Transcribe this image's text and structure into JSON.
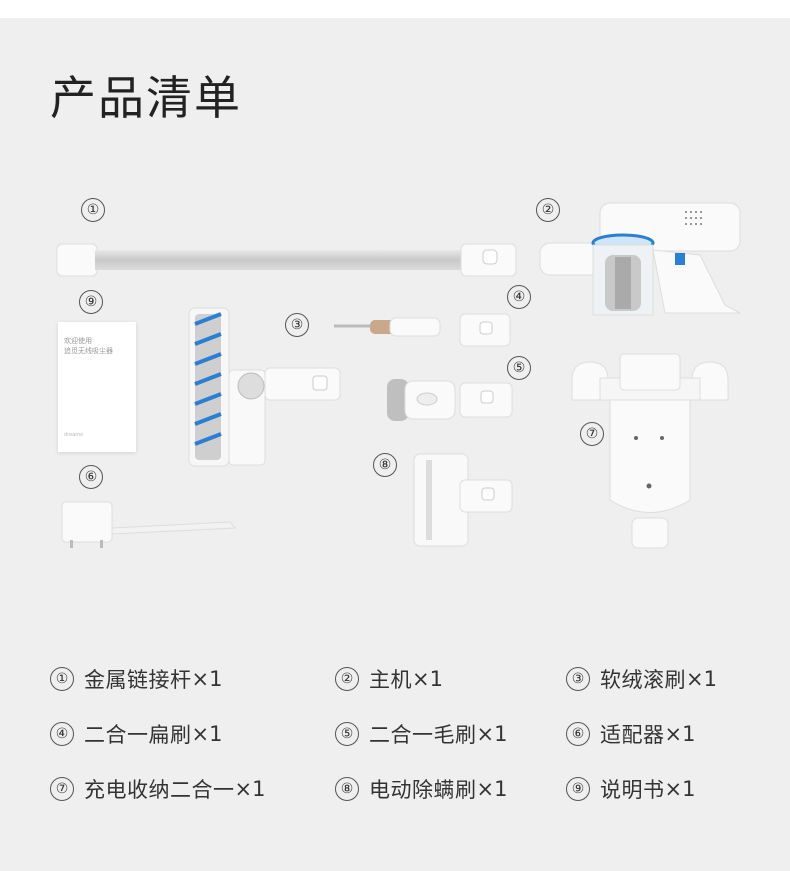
{
  "title": "产品清单",
  "booklet": {
    "line1": "欢迎使用",
    "line2": "追觅无线吸尘器",
    "brand": "dreame"
  },
  "markers": [
    "①",
    "②",
    "③",
    "④",
    "⑤",
    "⑥",
    "⑦",
    "⑧",
    "⑨"
  ],
  "legend": [
    {
      "num": "①",
      "name": "金属链接杆",
      "count": "×1"
    },
    {
      "num": "②",
      "name": "主机",
      "count": "×1"
    },
    {
      "num": "③",
      "name": "软绒滚刷",
      "count": "×1"
    },
    {
      "num": "④",
      "name": "二合一扁刷",
      "count": "×1"
    },
    {
      "num": "⑤",
      "name": "二合一毛刷",
      "count": "×1"
    },
    {
      "num": "⑥",
      "name": "适配器",
      "count": "×1"
    },
    {
      "num": "⑦",
      "name": "充电收纳二合一",
      "count": "×1"
    },
    {
      "num": "⑧",
      "name": "电动除螨刷",
      "count": "×1"
    },
    {
      "num": "⑨",
      "name": "说明书",
      "count": "×1"
    }
  ],
  "colors": {
    "background": "#efefef",
    "accent_blue": "#2a7fd4",
    "text": "#333333"
  }
}
